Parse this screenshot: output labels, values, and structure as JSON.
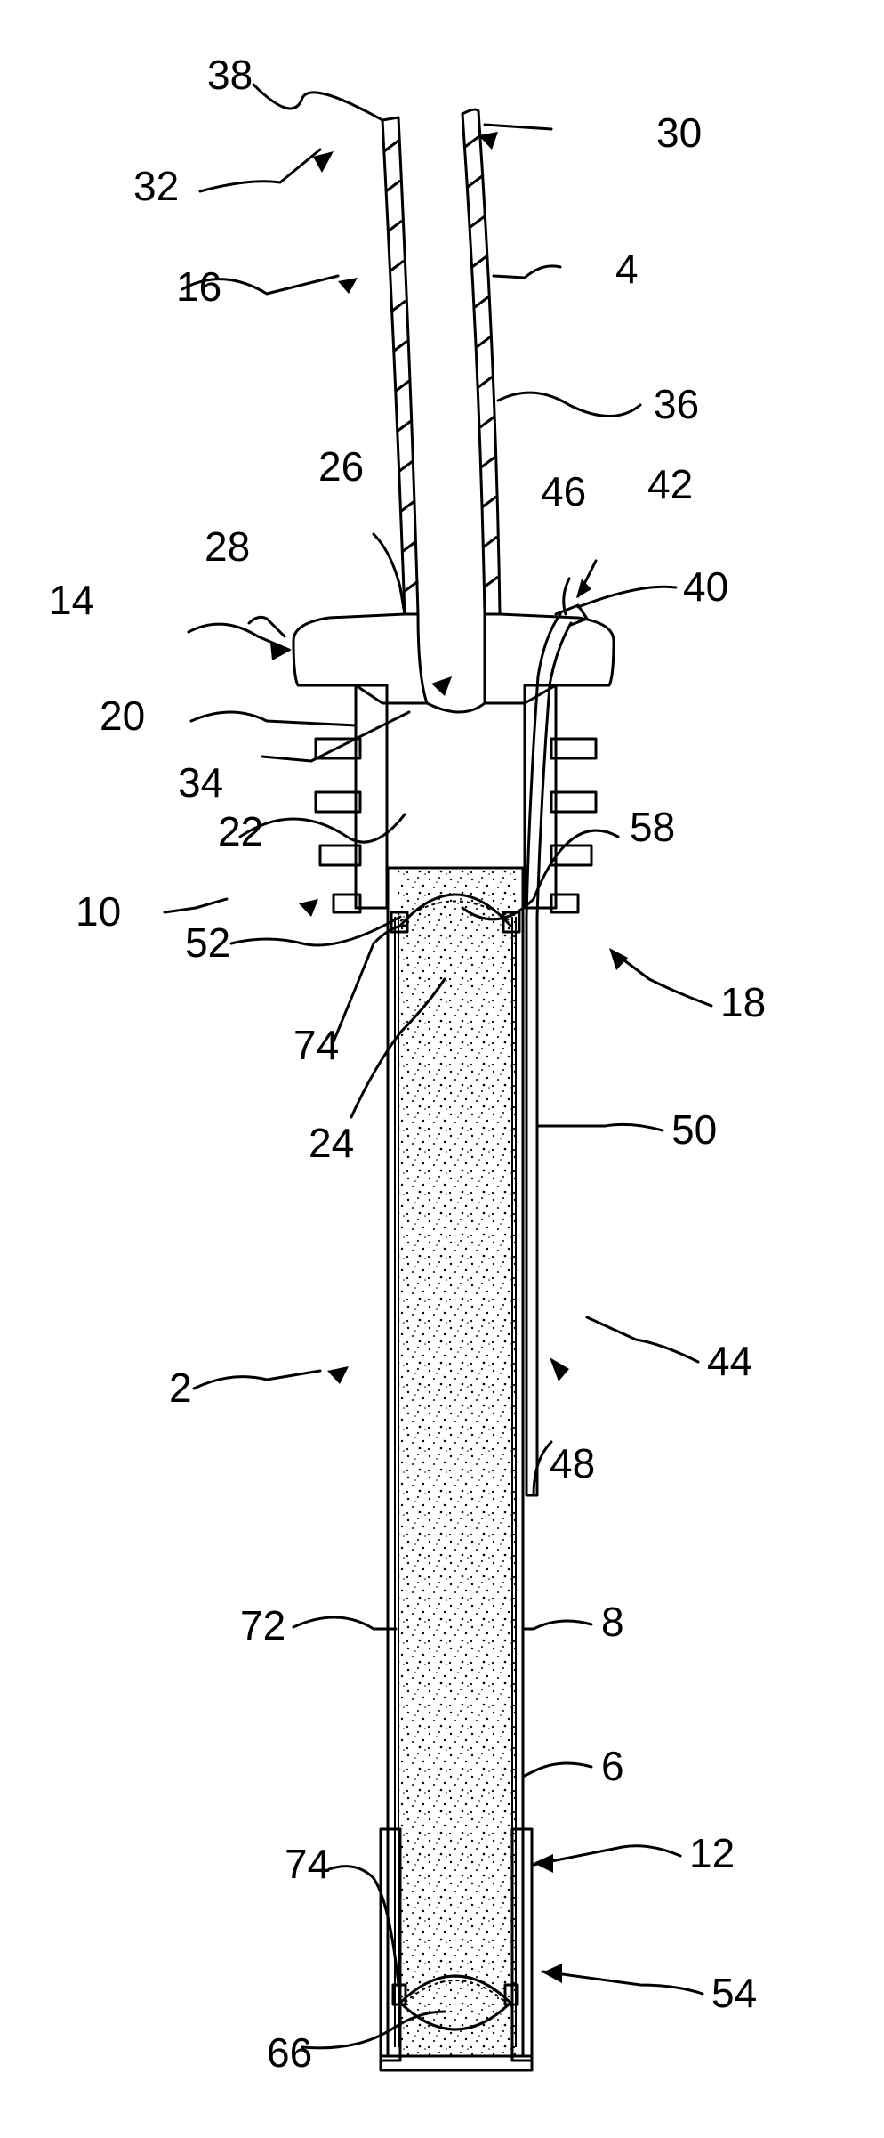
{
  "labels": {
    "r38": "38",
    "r30": "30",
    "r32": "32",
    "r16": "16",
    "r4": "4",
    "r36": "36",
    "r26": "26",
    "r46": "46",
    "r42": "42",
    "r28": "28",
    "r14": "14",
    "r40": "40",
    "r20": "20",
    "r34": "34",
    "r22": "22",
    "r58": "58",
    "r10": "10",
    "r52": "52",
    "r18": "18",
    "r74a": "74",
    "r24": "24",
    "r50": "50",
    "r2": "2",
    "r44": "44",
    "r48": "48",
    "r72": "72",
    "r8": "8",
    "r6": "6",
    "r74b": "74",
    "r12": "12",
    "r54": "54",
    "r66": "66"
  }
}
